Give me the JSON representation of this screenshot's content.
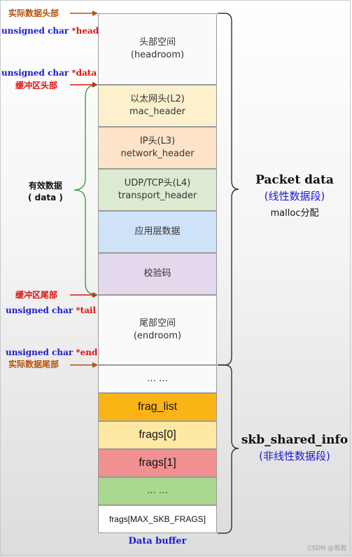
{
  "blocks": [
    {
      "id": "headroom",
      "line1": "头部空间",
      "line2": "(headroom)",
      "color": "#fafafa"
    },
    {
      "id": "mac-header",
      "line1": "以太网头(L2)",
      "line2": "mac_header",
      "color": "#fdf0cd"
    },
    {
      "id": "network-header",
      "line1": "IP头(L3)",
      "line2": "network_header",
      "color": "#fde3c8"
    },
    {
      "id": "transport-header",
      "line1": "UDP/TCP头(L4)",
      "line2": "transport_header",
      "color": "#dcead2"
    },
    {
      "id": "app-data",
      "line1": "应用层数据",
      "line2": "",
      "color": "#cfe3f8"
    },
    {
      "id": "checksum",
      "line1": "校验码",
      "line2": "",
      "color": "#e3d8ec"
    },
    {
      "id": "endroom",
      "line1": "尾部空间",
      "line2": "(endroom)",
      "color": "#fafafa"
    },
    {
      "id": "ellipsis-top",
      "line1": "… …",
      "line2": "",
      "color": "#fafafa"
    },
    {
      "id": "frag-list",
      "line1": "frag_list",
      "line2": "",
      "color": "#fbb415"
    },
    {
      "id": "frags-0",
      "line1": "frags[0]",
      "line2": "",
      "color": "#fde9a4"
    },
    {
      "id": "frags-1",
      "line1": "frags[1]",
      "line2": "",
      "color": "#f09090"
    },
    {
      "id": "ellipsis-bottom",
      "line1": "… …",
      "line2": "",
      "color": "#a9d98f"
    },
    {
      "id": "frags-max",
      "line1": "frags[MAX_SKB_FRAGS]",
      "line2": "",
      "color": "#ffffff"
    }
  ],
  "labels": {
    "actual_head": "实际数据头部",
    "head_ptr_type": "unsigned char ",
    "head_ptr_name": "*head",
    "data_ptr_type": "unsigned char ",
    "data_ptr_name": "*data",
    "buffer_head": "缓冲区头部",
    "valid_data_line1": "有效数据",
    "valid_data_line2": "( data )",
    "buffer_tail": "缓冲区尾部",
    "tail_ptr_type": "unsigned char ",
    "tail_ptr_name": "*tail",
    "end_ptr_type": "unsigned char ",
    "end_ptr_name": "*end",
    "actual_tail": "实际数据尾部"
  },
  "packet_data": {
    "title": "Packet data",
    "subtitle": "(线性数据段)",
    "note": "malloc分配"
  },
  "shared_info": {
    "title": "skb_shared_info",
    "subtitle": "(非线性数据段)"
  },
  "caption": "Data buffer",
  "watermark": "CSDN @淞淞",
  "colors": {
    "arrow_brown": "#b5530a",
    "arrow_red": "#e01010",
    "bracket_green": "#2c9a2c",
    "brace_dark": "#333333"
  }
}
